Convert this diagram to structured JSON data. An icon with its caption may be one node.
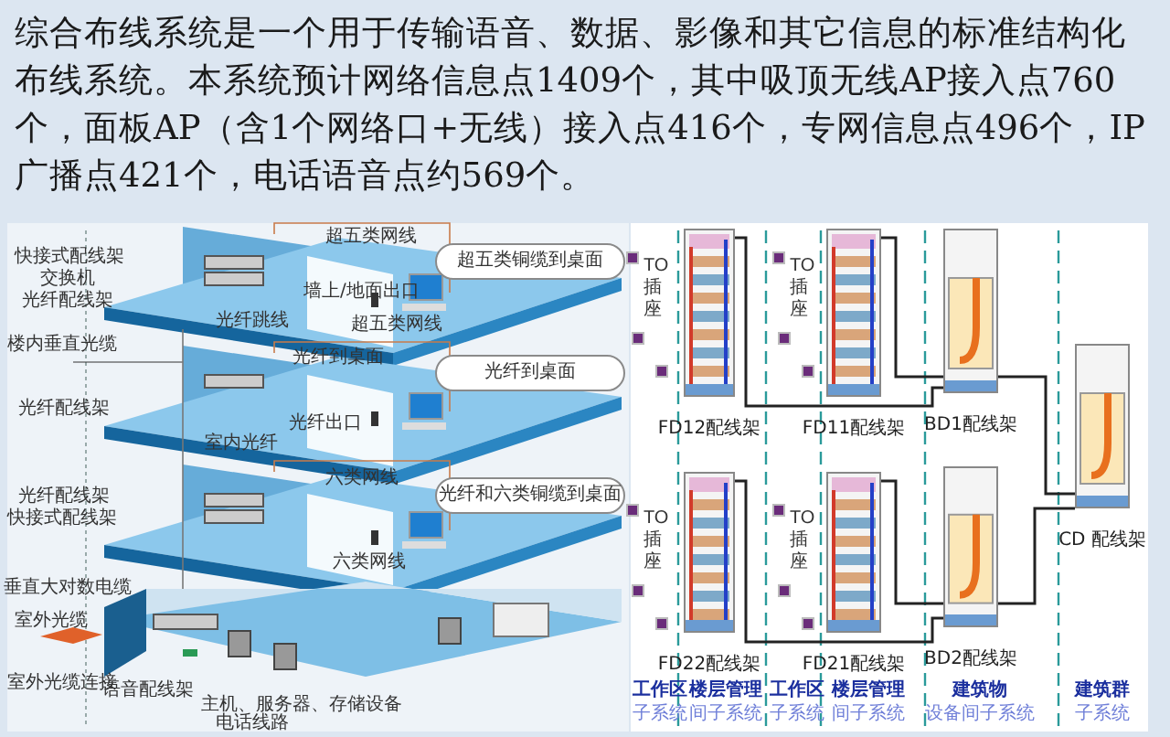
{
  "diagram": {
    "title": "综合布线系统是一个用于传输语音、数据、影像和其它信息的标准结构化布线系统。本系统预计网络信息点1409个，其中吸顶无线AP接入点760个，面板AP（含1个网络口+无线）接入点416个，专网信息点496个，IP广播点421个，电话语音点约569个。",
    "nodes": [
      {
        "text": [
          "超五类铜缆到桌面"
        ]
      },
      {
        "text": [
          "光纤到桌面"
        ]
      },
      {
        "text": [
          "光纤和六类铜缆到桌面"
        ]
      },
      {
        "text": [
          "FD12配线架"
        ]
      },
      {
        "text": [
          "FD11配线架"
        ]
      },
      {
        "text": [
          "BD1配线架"
        ]
      },
      {
        "text": [
          "FD22配线架"
        ]
      },
      {
        "text": [
          "FD21配线架"
        ]
      },
      {
        "text": [
          "BD2配线架"
        ]
      },
      {
        "text": [
          "CD 配线架"
        ]
      }
    ],
    "edges": [
      {
        "from": 3,
        "to": 5,
        "arrow": "none"
      },
      {
        "from": 4,
        "to": 5,
        "arrow": "none"
      },
      {
        "from": 6,
        "to": 8,
        "arrow": "none"
      },
      {
        "from": 7,
        "to": 8,
        "arrow": "none"
      },
      {
        "from": 5,
        "to": 9,
        "arrow": "none"
      },
      {
        "from": 8,
        "to": 9,
        "arrow": "none"
      }
    ],
    "labels": [
      "超五类网线",
      "快接式配线架",
      "交换机",
      "墙上/地面出口",
      "光纤配线架",
      "光纤跳线",
      "超五类网线",
      "楼内垂直光缆",
      "光纤到桌面",
      "光纤配线架",
      "光纤出口",
      "室内光纤",
      "六类网线",
      "光纤配线架",
      "快接式配线架",
      "六类网线",
      "垂直大对数电缆",
      "室外光缆",
      "室外光缆连接",
      "语音配线架",
      "主机、服务器、存储设备",
      "电话线路",
      "TO插座",
      "TO插座",
      "TO插座",
      "TO插座",
      "工作区",
      "子系统",
      "楼层管理",
      "间子系统",
      "工作区",
      "子系统",
      "楼层管理",
      "间子系统",
      "建筑物",
      "设备间子系统",
      "建筑群",
      "子系统"
    ]
  }
}
